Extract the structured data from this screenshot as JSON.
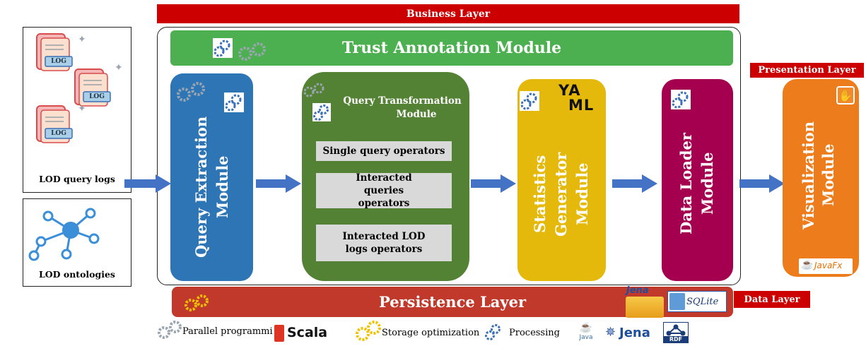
{
  "business_layer": "Business Layer",
  "trust_annotation": "Trust Annotation Module",
  "inputs": {
    "query_logs": "LOD query logs",
    "log_badge": "LOG",
    "ontologies": "LOD ontologies"
  },
  "modules": {
    "query_extraction": "Query Extraction Module",
    "query_transformation": {
      "title_line1": "Query Transformation",
      "title_line2": "Module"
    },
    "operators": [
      "Single query operators",
      "Interacted queries operators",
      "Interacted LOD logs operators"
    ],
    "statistics_generator": "Statistics Generator Module",
    "data_loader": "Data Loader Module",
    "visualization": "Visualization Module"
  },
  "presentation_layer": "Presentation Layer",
  "data_layer": "Data Layer",
  "persistence_layer": "Persistence Layer",
  "logos": {
    "yaml_line1": "YA",
    "yaml_line2": "ML",
    "sqlite": "SQLite",
    "javafx": "JavaFx",
    "jena_small": "Jena",
    "scala": "Scala",
    "java": "Java",
    "jena": "Jena",
    "rdf": "RDF"
  },
  "legend": {
    "parallel": "Parallel programmi",
    "storage": "Storage optimization",
    "processing": "Processing"
  },
  "colors": {
    "business_red": "#c00000",
    "trust_green": "#4caf50",
    "extraction_blue": "#2e75b6",
    "transformation_green": "#548235",
    "statistics_yellow": "#e5b90b",
    "loader_maroon": "#a50050",
    "visualization_orange": "#ed7d1c",
    "persistence_red": "#c0392b",
    "arrow_blue": "#4472c4"
  }
}
